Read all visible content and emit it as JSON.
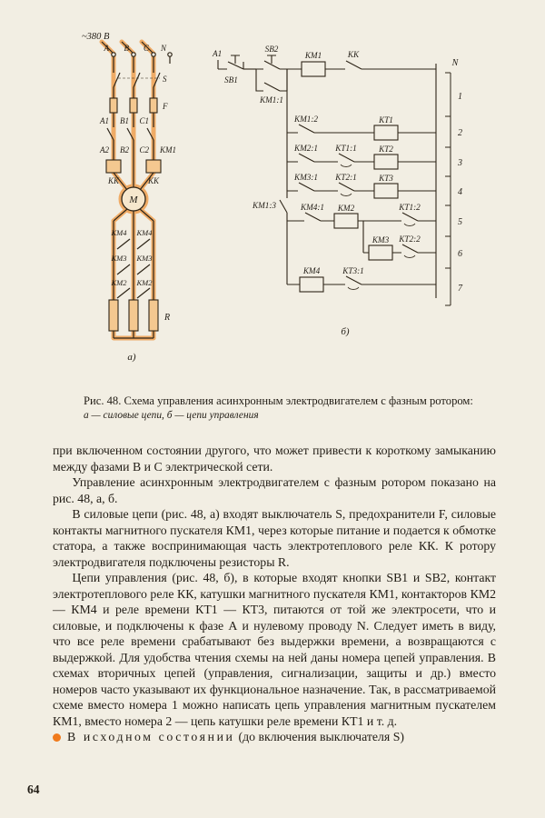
{
  "page": {
    "number": "64"
  },
  "caption": {
    "title": "Рис. 48. Схема управления асинхронным электродвигателем с фазным ротором:",
    "subtitle": "а — силовые цепи, б — цепи управления"
  },
  "figure": {
    "power": {
      "supply": "~380 В",
      "phase_a": "А",
      "phase_b": "В",
      "phase_c": "С",
      "neutral": "N",
      "switch": "S",
      "fuse": "F",
      "a1": "А1",
      "b1": "В1",
      "c1": "С1",
      "a2": "А2",
      "b2": "В2",
      "c2": "С2",
      "km1": "КМ1",
      "kk1": "КК",
      "kk2": "КК",
      "motor": "М",
      "km4a": "КМ4",
      "km4b": "КМ4",
      "km3a": "КМ3",
      "km3b": "КМ3",
      "km2a": "КМ2",
      "km2b": "КМ2",
      "resistor": "R",
      "label": "а)"
    },
    "control": {
      "a1": "А1",
      "sb1": "SB1",
      "sb2": "SB2",
      "km1_coil": "КМ1",
      "kk": "КК",
      "neutral": "N",
      "km1_1": "КМ1:1",
      "km1_2": "КМ1:2",
      "kt1_coil": "КТ1",
      "km2_1": "КМ2:1",
      "kt1_1": "КТ1:1",
      "kt2_coil": "КТ2",
      "km3_1": "КМ3:1",
      "kt2_1": "КТ2:1",
      "kt3_coil": "КТ3",
      "km1_3": "КМ1:3",
      "km4_1": "КМ4:1",
      "km2_coil": "КМ2",
      "kt1_2": "КТ1:2",
      "km3_coil": "КМ3",
      "kt2_2": "КТ2:2",
      "km4_coil": "КМ4",
      "kt3_1": "КТ3:1",
      "rungs": [
        "1",
        "2",
        "3",
        "4",
        "5",
        "6",
        "7"
      ],
      "label": "б)"
    }
  },
  "body": {
    "p1": "при включенном состоянии другого, что может привести к короткому замыканию между фазами В и С электрической сети.",
    "p2": "Управление асинхронным электродвигателем с фазным ротором показано на рис. 48, а, б.",
    "p3": "В силовые цепи (рис. 48, а) входят выключатель S, предохранители F, силовые контакты магнитного пускателя КМ1, через которые питание и подается к обмотке статора, а также воспринимающая часть электротеплового реле КК. К ротору электродвигателя подключены резисторы R.",
    "p4": "Цепи управления (рис. 48, б), в которые входят кнопки SB1 и SB2, контакт электротеплового реле КК, катушки магнитного пускателя КМ1, контакторов КМ2 — КМ4 и реле времени КТ1 — КТ3, питаются от той же электросети, что и силовые, и подключены к фазе А и нулевому проводу N. Следует иметь в виду, что все реле времени срабатывают без выдержки времени, а возвращаются с выдержкой. Для удобства чтения схемы на ней даны номера цепей управления. В схемах вторичных цепей (управления, сигнализации, защиты и др.) вместо номеров часто указывают их функциональное назначение. Так, в рассматриваемой схеме вместо номера 1 можно написать цепь управления магнитным пускателем КМ1, вместо номера 2 — цепь катушки реле времени КТ1 и т. д.",
    "p5_emphasis": "В исходном состоянии",
    "p5_rest": "(до включения выключателя S)"
  },
  "colors": {
    "highlight": "#efa051",
    "bullet": "#f07a1c",
    "ink": "#2e2518"
  }
}
